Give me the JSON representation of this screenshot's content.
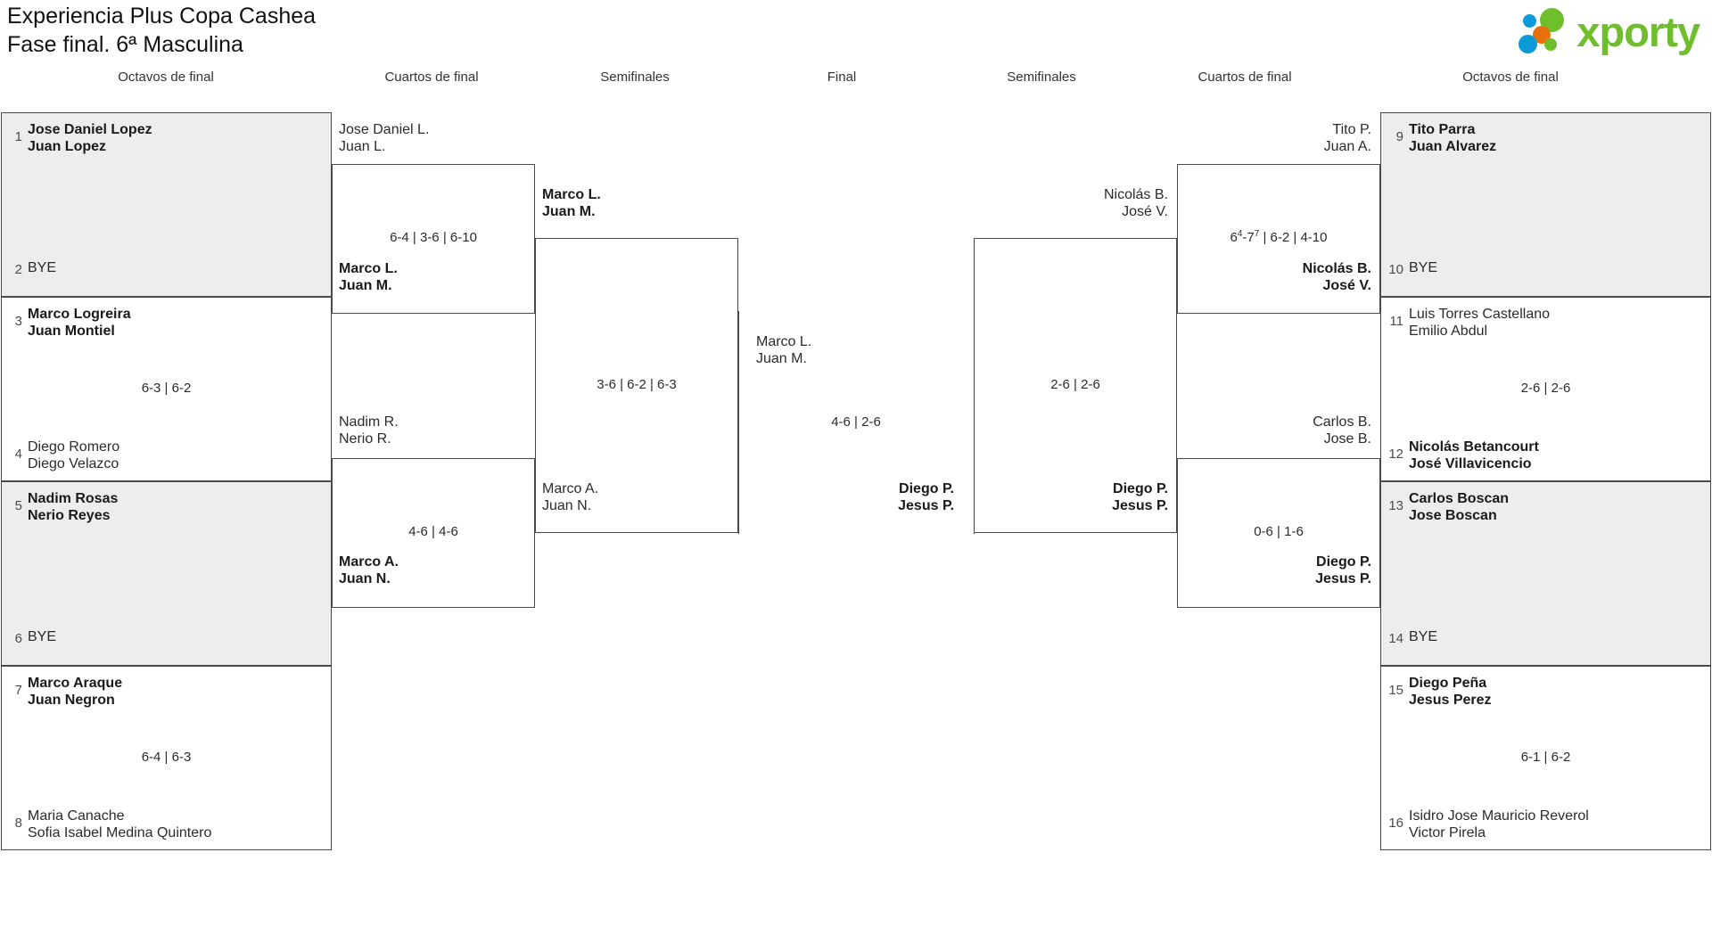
{
  "header": {
    "title_line1": "Experiencia Plus Copa Cashea",
    "title_line2": "Fase final. 6ª Masculina",
    "logo_word": "xporty",
    "logo_colors": {
      "blue": "#0c9ad9",
      "green": "#6fbe2b",
      "orange": "#e7700d"
    }
  },
  "round_headers": [
    {
      "label": "Octavos de final"
    },
    {
      "label": "Cuartos de final"
    },
    {
      "label": "Semifinales"
    },
    {
      "label": "Final"
    },
    {
      "label": "Semifinales"
    },
    {
      "label": "Cuartos de final"
    },
    {
      "label": "Octavos de final"
    }
  ],
  "left": {
    "octavos": [
      {
        "seed": "1",
        "p1": "Jose Daniel Lopez",
        "p2": "Juan Lopez",
        "winner": true,
        "bye": false
      },
      {
        "seed": "2",
        "p1": "BYE",
        "p2": "",
        "winner": false,
        "bye": true
      },
      {
        "seed": "3",
        "p1": "Marco Logreira",
        "p2": "Juan Montiel",
        "winner": true,
        "bye": false
      },
      {
        "seed": "4",
        "p1": "Diego Romero",
        "p2": "Diego Velazco",
        "winner": false,
        "bye": false
      },
      {
        "seed": "5",
        "p1": "Nadim Rosas",
        "p2": "Nerio Reyes",
        "winner": true,
        "bye": false
      },
      {
        "seed": "6",
        "p1": "BYE",
        "p2": "",
        "winner": false,
        "bye": true
      },
      {
        "seed": "7",
        "p1": "Marco Araque",
        "p2": "Juan Negron",
        "winner": true,
        "bye": false
      },
      {
        "seed": "8",
        "p1": "Maria Canache",
        "p2": "Sofia Isabel Medina Quintero",
        "winner": false,
        "bye": false
      }
    ],
    "octavos_scores": [
      "",
      "6-3 | 6-2",
      "",
      "6-4 | 6-3"
    ],
    "cuartos": [
      {
        "p1": "Jose Daniel L.",
        "p2": "Juan L.",
        "winner": false
      },
      {
        "p1": "Marco L.",
        "p2": "Juan M.",
        "winner": true
      },
      {
        "p1": "Nadim R.",
        "p2": "Nerio R.",
        "winner": false
      },
      {
        "p1": "Marco A.",
        "p2": "Juan N.",
        "winner": true
      }
    ],
    "cuartos_scores": [
      "6-4 | 3-6 | 6-10",
      "4-6 | 4-6"
    ],
    "semis": [
      {
        "p1": "Marco L.",
        "p2": "Juan M.",
        "winner": true
      },
      {
        "p1": "Marco A.",
        "p2": "Juan N.",
        "winner": false
      }
    ],
    "semis_score": "3-6 | 6-2 | 6-3"
  },
  "right": {
    "octavos": [
      {
        "seed": "9",
        "p1": "Tito Parra",
        "p2": "Juan Alvarez",
        "winner": true,
        "bye": false
      },
      {
        "seed": "10",
        "p1": "BYE",
        "p2": "",
        "winner": false,
        "bye": true
      },
      {
        "seed": "11",
        "p1": "Luis Torres Castellano",
        "p2": "Emilio Abdul",
        "winner": false,
        "bye": false
      },
      {
        "seed": "12",
        "p1": "Nicolás Betancourt",
        "p2": "José Villavicencio",
        "winner": true,
        "bye": false
      },
      {
        "seed": "13",
        "p1": "Carlos Boscan",
        "p2": "Jose Boscan",
        "winner": true,
        "bye": false
      },
      {
        "seed": "14",
        "p1": "BYE",
        "p2": "",
        "winner": false,
        "bye": true
      },
      {
        "seed": "15",
        "p1": "Diego Peña",
        "p2": "Jesus Perez",
        "winner": true,
        "bye": false
      },
      {
        "seed": "16",
        "p1": "Isidro Jose Mauricio Reverol",
        "p2": "Victor Pirela",
        "winner": false,
        "bye": false
      }
    ],
    "octavos_scores": [
      "",
      "2-6 | 2-6",
      "",
      "6-1 | 6-2"
    ],
    "cuartos": [
      {
        "p1": "Tito P.",
        "p2": "Juan A.",
        "winner": false
      },
      {
        "p1": "Nicolás B.",
        "p2": "José V.",
        "winner": true
      },
      {
        "p1": "Carlos B.",
        "p2": "Jose B.",
        "winner": false
      },
      {
        "p1": "Diego P.",
        "p2": "Jesus P.",
        "winner": true
      }
    ],
    "cuartos_scores": [
      "6<sup>4</sup>-7<sup>7</sup> | 6-2 | 4-10",
      "0-6 | 1-6"
    ],
    "semis": [
      {
        "p1": "Nicolás B.",
        "p2": "José V.",
        "winner": false
      },
      {
        "p1": "Diego P.",
        "p2": "Jesus P.",
        "winner": true
      }
    ],
    "semis_score": "2-6 | 2-6"
  },
  "final": {
    "top": {
      "p1": "Marco L.",
      "p2": "Juan M.",
      "winner": false
    },
    "bottom": {
      "p1": "Diego P.",
      "p2": "Jesus P.",
      "winner": true
    },
    "score": "4-6 | 2-6"
  }
}
